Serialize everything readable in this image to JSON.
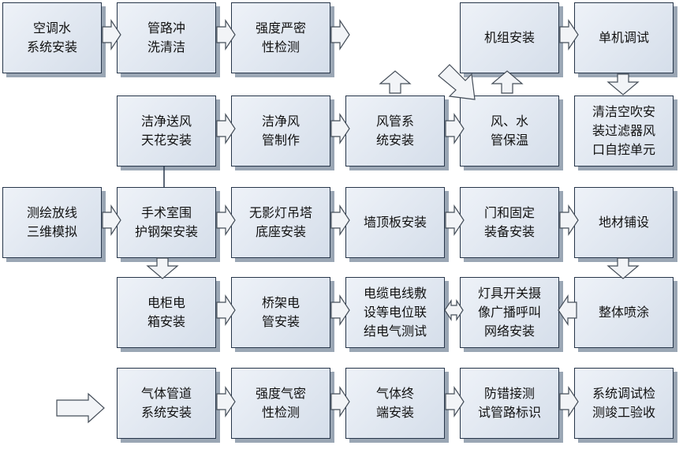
{
  "steps": {
    "r0c0": "空调水\n系统安装",
    "r0c1": "管路冲\n洗清洁",
    "r0c2": "强度严密\n性检测",
    "r0c4": "机组安装",
    "r0c5": "单机调试",
    "r1c1": "洁净送风\n天花安装",
    "r1c2": "洁净风\n管制作",
    "r1c3": "风管系\n统安装",
    "r1c4": "风、水\n管保温",
    "r1c5": "清洁空吹安\n装过滤器风\n口自控单元",
    "r2c0": "测绘放线\n三维模拟",
    "r2c1": "手术室围\n护钢架安装",
    "r2c2": "无影灯吊塔\n底座安装",
    "r2c3": "墙顶板安装",
    "r2c4": "门和固定\n装备安装",
    "r2c5": "地材铺设",
    "r3c1": "电柜电\n箱安装",
    "r3c2": "桥架电\n管安装",
    "r3c3": "电缆电线敷\n设等电位联\n结电气测试",
    "r3c4": "灯具开关摄\n像广播呼叫\n网络安装",
    "r3c5": "整体喷涂",
    "r4c1": "气体管道\n系统安装",
    "r4c2": "强度气密\n性检测",
    "r4c3": "气体终\n端安装",
    "r4c4": "防错接测\n试管路标识",
    "r4c5": "系统调试检\n测竣工验收"
  }
}
